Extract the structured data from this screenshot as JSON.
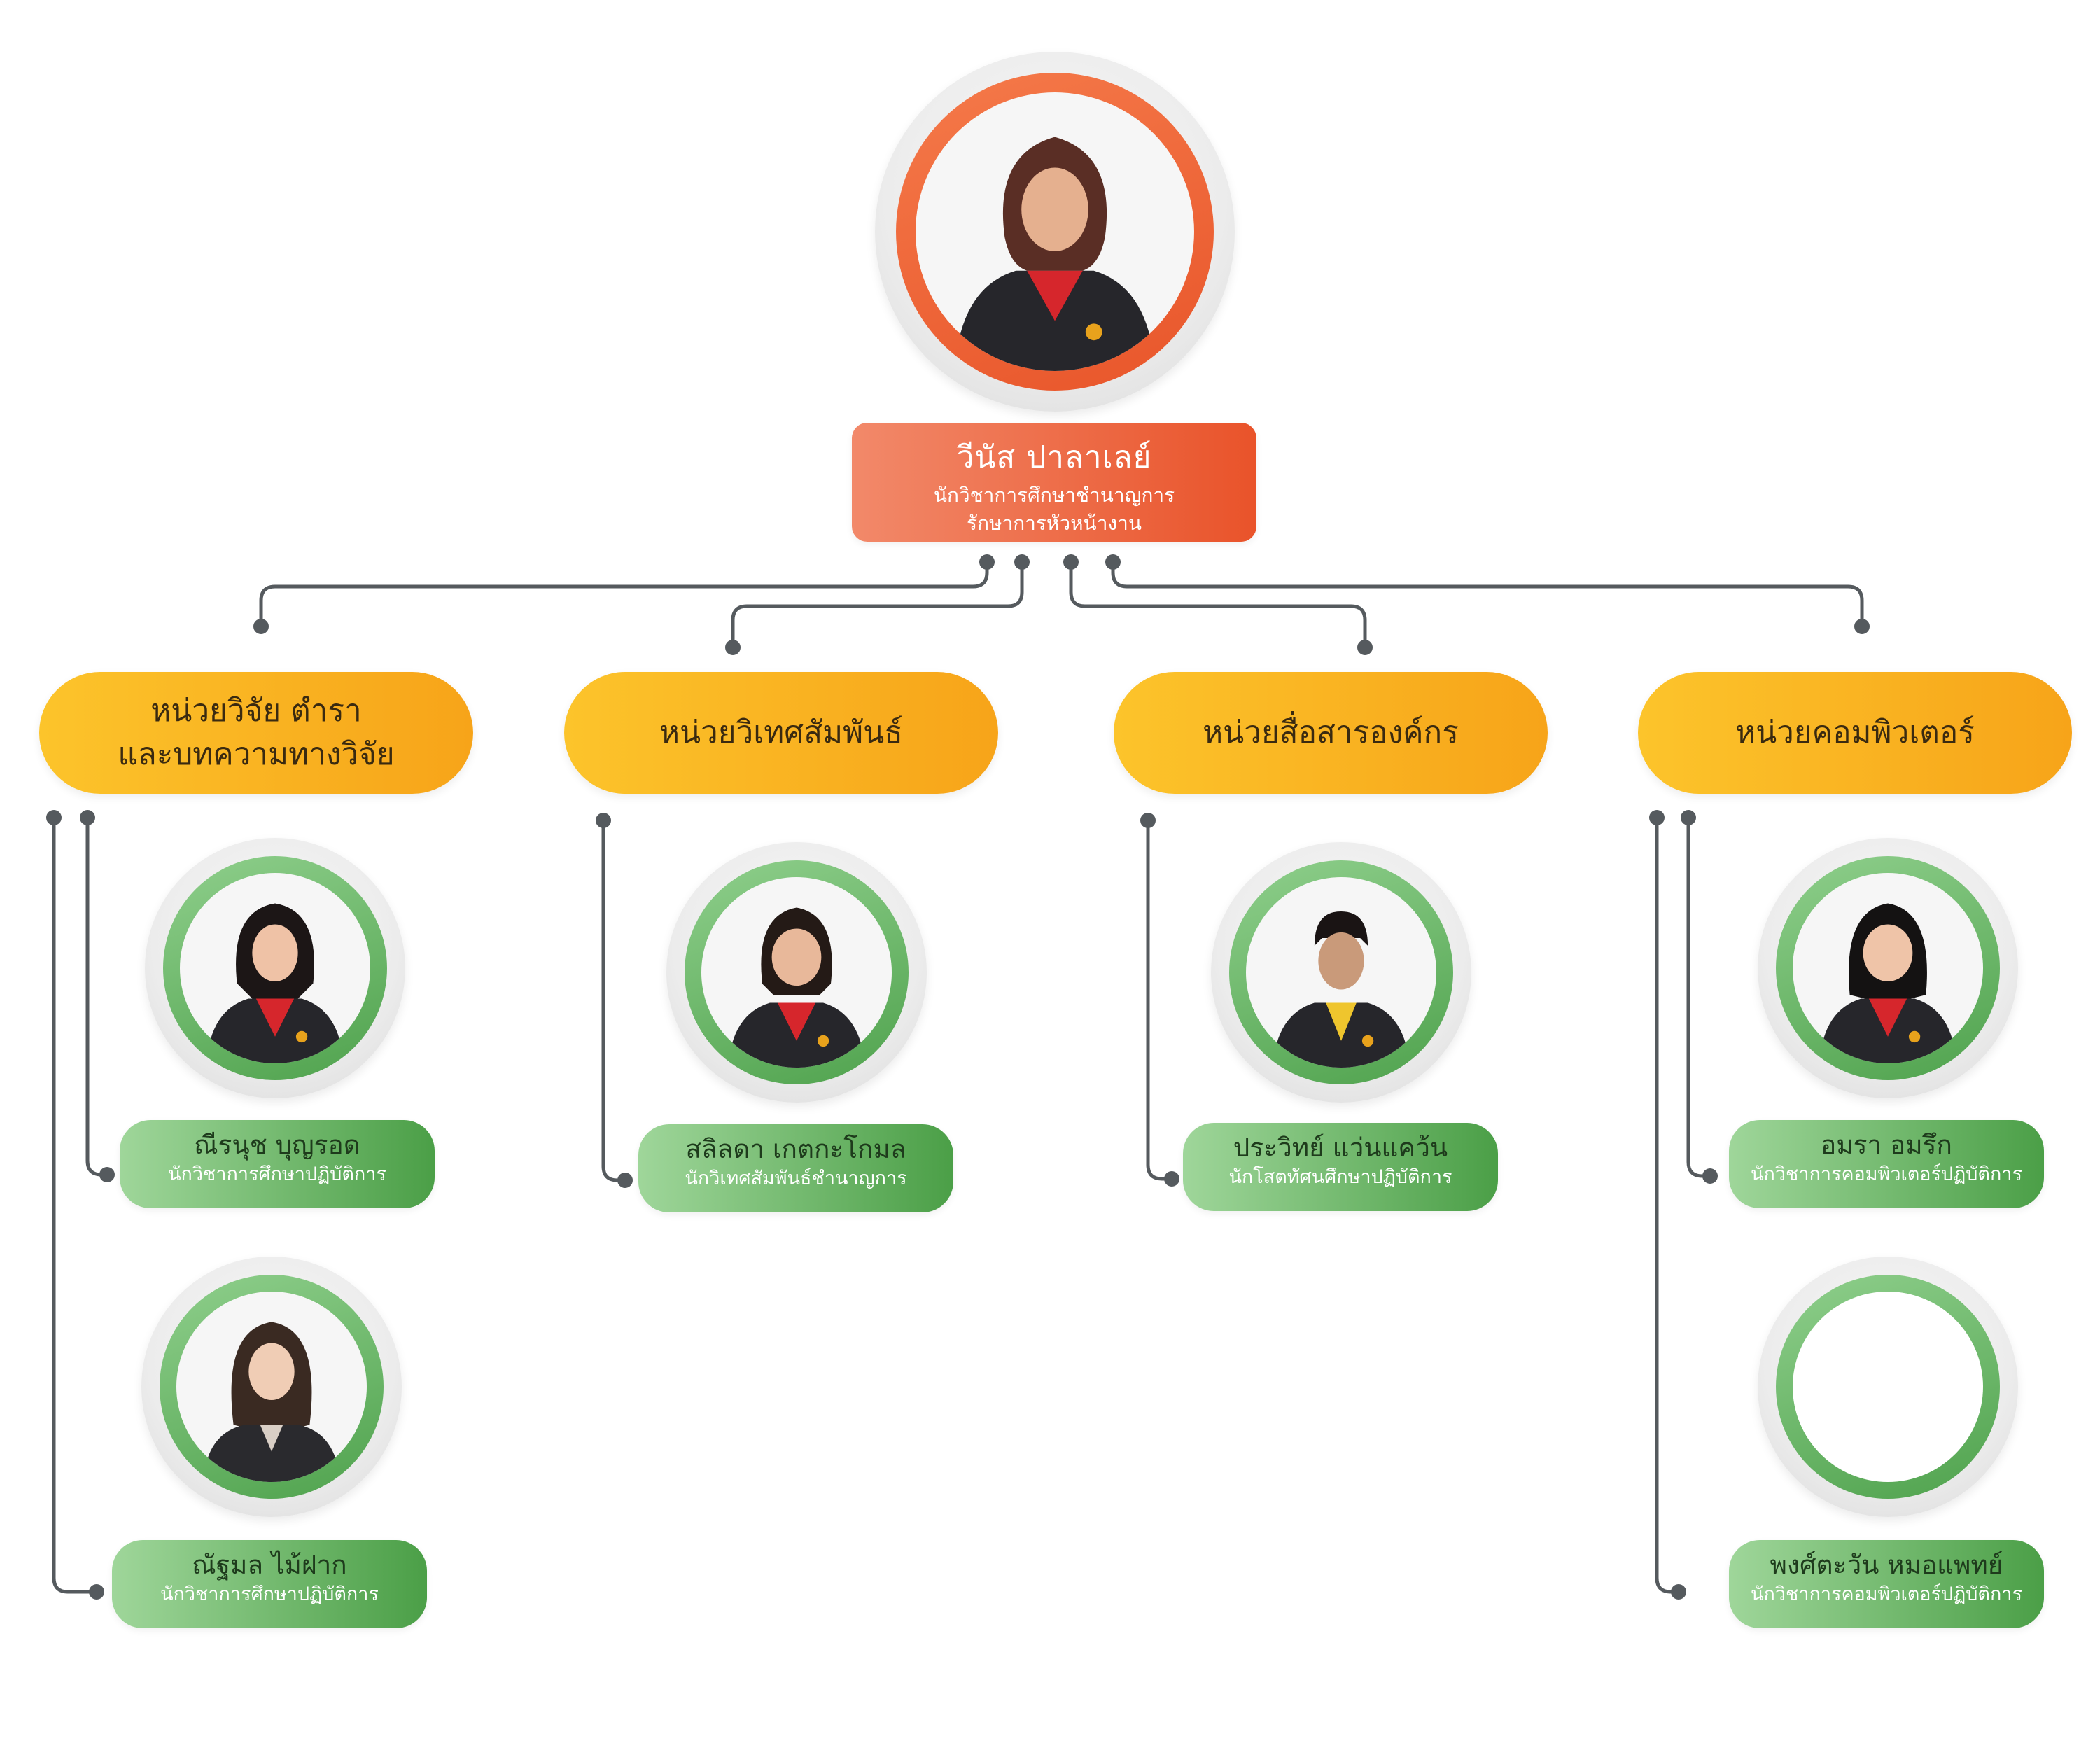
{
  "head": {
    "name": "วีนัส  ปาลาเลย์",
    "role_line1": "นักวิชาการศึกษาชำนาญการ",
    "role_line2": "รักษาการหัวหน้างาน"
  },
  "units": [
    {
      "line1": "หน่วยวิจัย ตำรา",
      "line2": "และบทความทางวิจัย"
    },
    {
      "line1": "หน่วยวิเทศสัมพันธ์",
      "line2": ""
    },
    {
      "line1": "หน่วยสื่อสารองค์กร",
      "line2": ""
    },
    {
      "line1": "หน่วยคอมพิวเตอร์",
      "line2": ""
    }
  ],
  "staff": [
    {
      "name": "ณีรนุช บุญรอด",
      "role": "นักวิชาการศึกษาปฏิบัติการ"
    },
    {
      "name": "ณัฐมล ไม้ฝาก",
      "role": "นักวิชาการศึกษาปฏิบัติการ"
    },
    {
      "name": "สลิลดา เกตกะโกมล",
      "role": "นักวิเทศสัมพันธ์ชำนาญการ"
    },
    {
      "name": "ประวิทย์ แว่นแคว้น",
      "role": "นักโสตทัศนศึกษาปฏิบัติการ"
    },
    {
      "name": "อมรา  อมรึก",
      "role": "นักวิชาการคอมพิวเตอร์ปฏิบัติการ"
    },
    {
      "name": "พงศ์ตะวัน หมอแพทย์",
      "role": "นักวิชาการคอมพิวเตอร์ปฏิบัติการ"
    }
  ],
  "colors": {
    "head_accent": "#e9532a",
    "unit_accent": "#f7a419",
    "staff_accent": "#4b9f47",
    "connector": "#555a5e"
  }
}
